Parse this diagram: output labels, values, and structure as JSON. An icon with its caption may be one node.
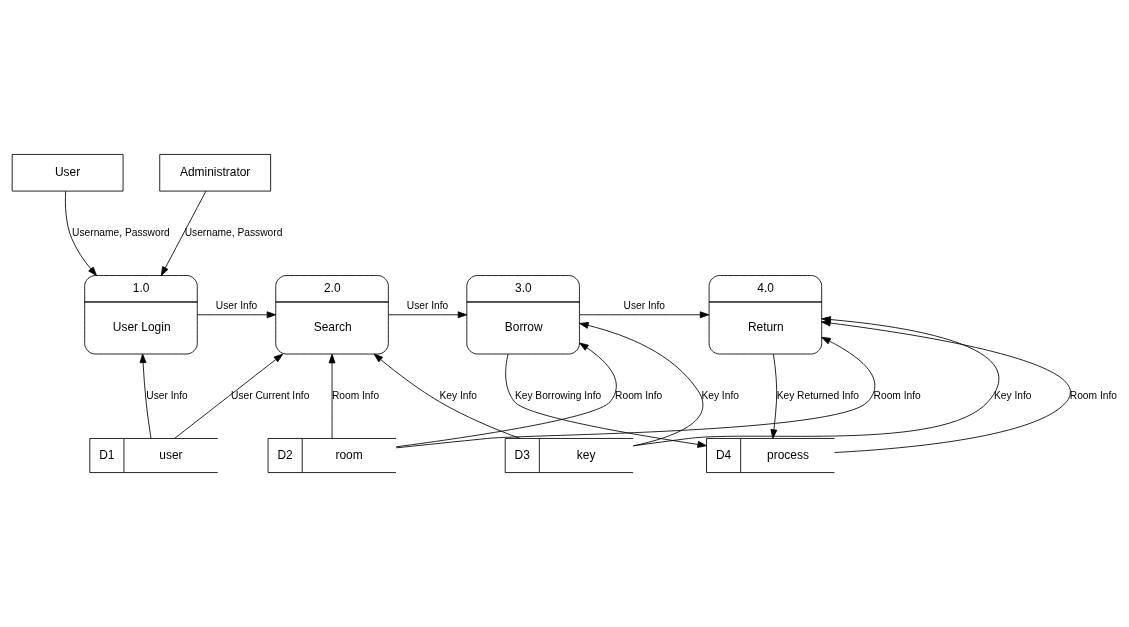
{
  "diagram": {
    "nodes": [
      {
        "text": [
          "User"
        ]
      },
      {
        "text": [
          "Administrator"
        ]
      },
      {
        "text": [
          "1.0",
          "User Login"
        ]
      },
      {
        "text": [
          "2.0",
          "Search"
        ]
      },
      {
        "text": [
          "3.0",
          "Borrow"
        ]
      },
      {
        "text": [
          "4.0",
          "Return"
        ]
      },
      {
        "text": [
          "D1",
          "user"
        ]
      },
      {
        "text": [
          "D2",
          "room"
        ]
      },
      {
        "text": [
          "D3",
          "key"
        ]
      },
      {
        "text": [
          "D4",
          "process"
        ]
      }
    ],
    "edges": [
      {
        "from": 0,
        "to": 2,
        "arrow": "to",
        "label": "Username, Password"
      },
      {
        "from": 1,
        "to": 2,
        "arrow": "to",
        "label": "Username, Password"
      },
      {
        "from": 6,
        "to": 2,
        "arrow": "to",
        "label": "User Info"
      },
      {
        "from": 2,
        "to": 3,
        "arrow": "to",
        "label": "User Info"
      },
      {
        "from": 6,
        "to": 3,
        "arrow": "to",
        "label": "User Current Info"
      },
      {
        "from": 7,
        "to": 3,
        "arrow": "to",
        "label": "Room Info"
      },
      {
        "from": 8,
        "to": 3,
        "arrow": "to",
        "label": "Key Info"
      },
      {
        "from": 3,
        "to": 4,
        "arrow": "to",
        "label": "User Info"
      },
      {
        "from": 7,
        "to": 4,
        "arrow": "to",
        "label": "Room Info"
      },
      {
        "from": 8,
        "to": 4,
        "arrow": "to",
        "label": "Key Info"
      },
      {
        "from": 4,
        "to": 5,
        "arrow": "to",
        "label": "User Info"
      },
      {
        "from": 7,
        "to": 5,
        "arrow": "to",
        "label": "Room Info"
      },
      {
        "from": 8,
        "to": 5,
        "arrow": "to",
        "label": "Key Info"
      },
      {
        "from": 4,
        "to": 9,
        "arrow": "to",
        "label": "Key Borrowing Info"
      },
      {
        "from": 9,
        "to": 5,
        "arrow": "to",
        "label": "Room Info"
      },
      {
        "from": 5,
        "to": 9,
        "arrow": "to",
        "label": "Key Returned Info"
      }
    ]
  }
}
